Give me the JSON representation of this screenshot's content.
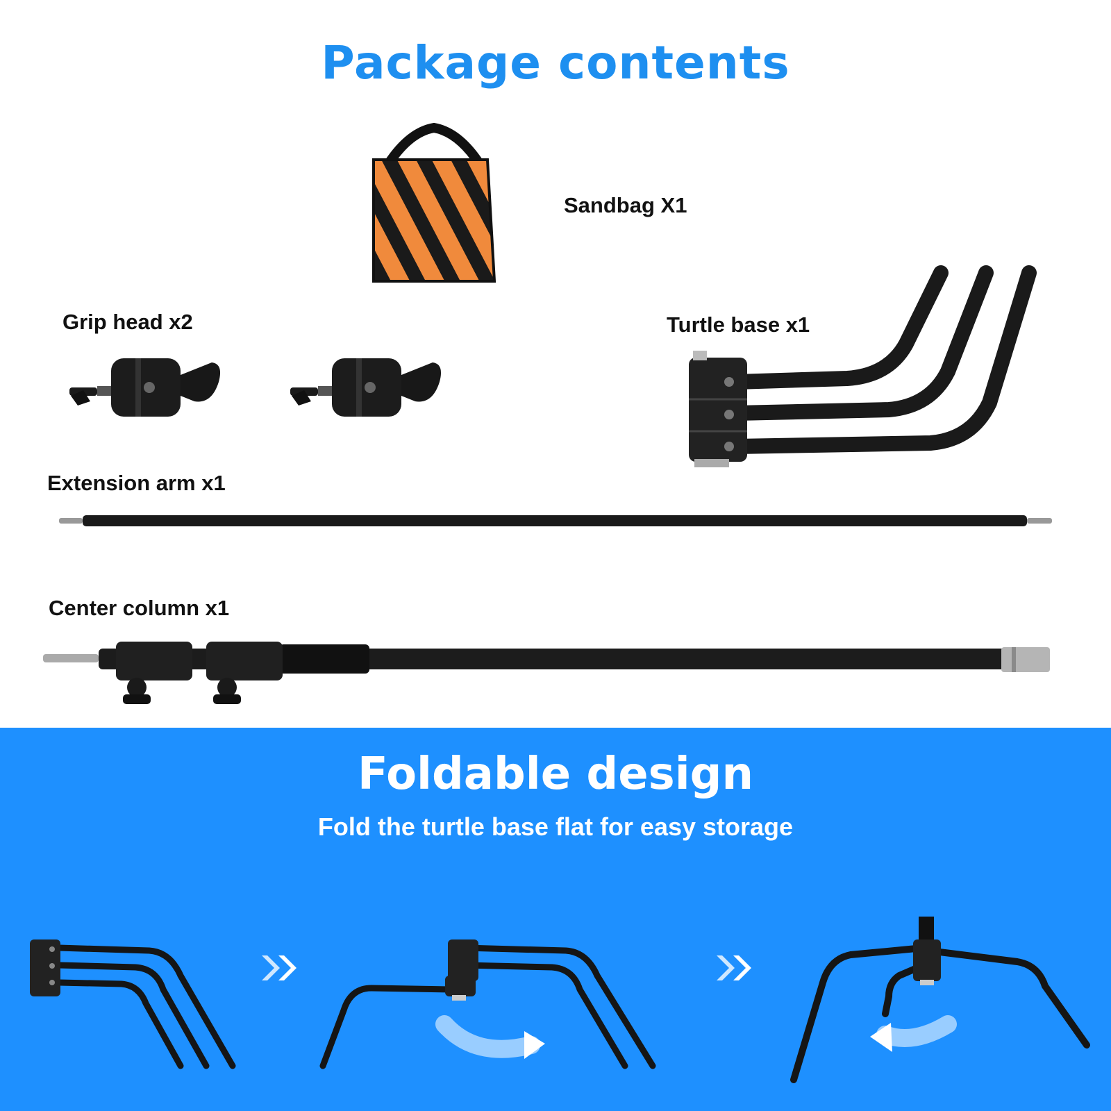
{
  "header": {
    "title": "Package contents"
  },
  "items": {
    "sandbag": "Sandbag X1",
    "grip_head": "Grip head x2",
    "turtle_base": "Turtle base x1",
    "extension_arm": "Extension arm x1",
    "center_column": "Center column x1"
  },
  "foldable": {
    "title": "Foldable design",
    "subtitle": "Fold the turtle base flat for easy storage"
  },
  "colors": {
    "title_blue": "#1e8ff0",
    "band_blue": "#1e90ff",
    "sandbag_orange": "#f08a3c"
  }
}
